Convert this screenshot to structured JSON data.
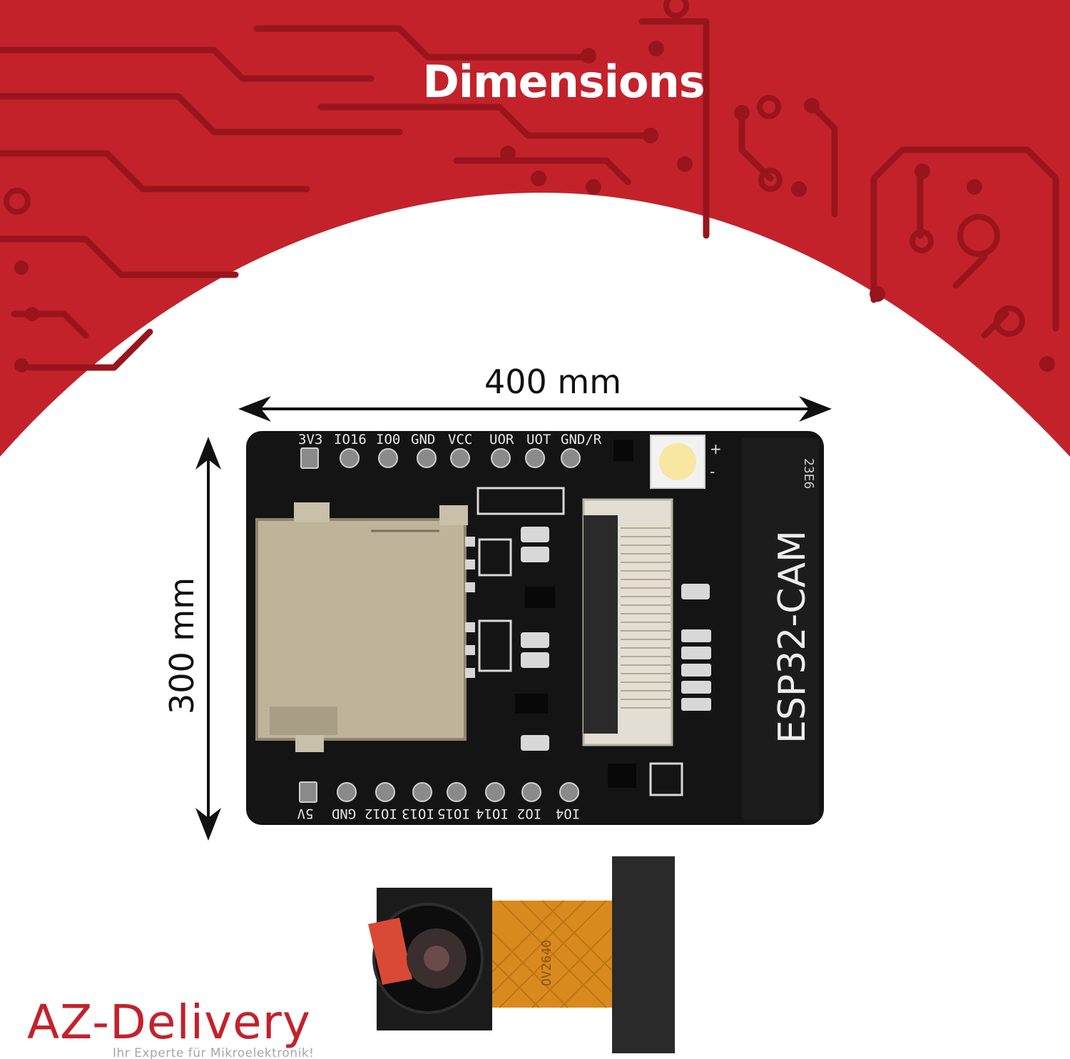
{
  "title": "Dimensions",
  "dimensions": {
    "width_label": "400 mm",
    "height_label": "300 mm"
  },
  "board": {
    "name": "ESP32-CAM",
    "top_pins": [
      "3V3",
      "IO16",
      "IO0",
      "GND",
      "VCC",
      "UOR",
      "UOT",
      "GND/R"
    ],
    "bottom_pins": [
      "5V",
      "GND",
      "IO12",
      "IO13",
      "IO15",
      "IO14",
      "IO2",
      "IO4"
    ],
    "marking": "23E6"
  },
  "camera": {
    "marking": "OV2640"
  },
  "brand": {
    "name": "AZ-Delivery",
    "tagline": "Ihr Experte für Mikroelektronik!"
  },
  "colors": {
    "brand_red": "#c3222b",
    "trace_dark": "#99151c",
    "board_black": "#141414",
    "flex_orange": "#d98a1e"
  }
}
